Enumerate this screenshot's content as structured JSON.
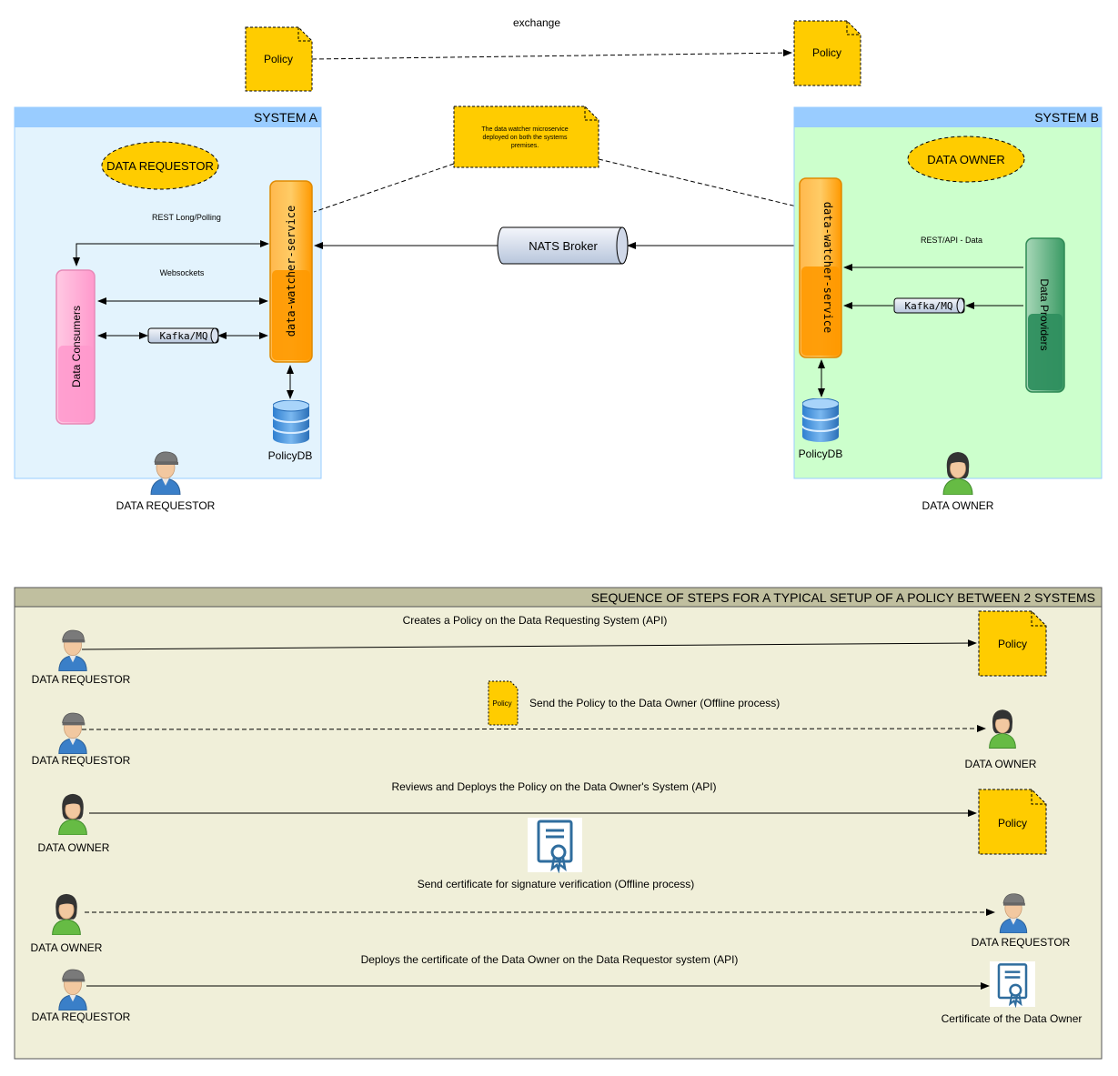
{
  "top": {
    "exchange_label": "exchange",
    "policy_left": "Policy",
    "policy_right": "Policy",
    "note_text_1": "The data watcher microservice",
    "note_text_2": "deployed on both the systems",
    "note_text_3": "premises."
  },
  "system_a": {
    "title": "SYSTEM A",
    "role": "DATA REQUESTOR",
    "rest_label": "REST Long/Polling",
    "websockets_label": "Websockets",
    "service_label": "data-watcher-service",
    "consumers_label": "Data Consumers",
    "kafka_label": "Kafka/MQ",
    "db_label": "PolicyDB",
    "actor_label": "DATA REQUESTOR"
  },
  "broker": {
    "label": "NATS Broker"
  },
  "system_b": {
    "title": "SYSTEM B",
    "role": "DATA OWNER",
    "rest_label": "REST/API - Data",
    "service_label": "data-watcher-service",
    "providers_label": "Data Providers",
    "kafka_label": "Kafka/MQ",
    "db_label": "PolicyDB",
    "actor_label": "DATA OWNER"
  },
  "sequence": {
    "title": "SEQUENCE OF STEPS FOR A TYPICAL SETUP OF A POLICY BETWEEN 2 SYSTEMS",
    "steps": [
      {
        "from": "DATA REQUESTOR",
        "label": "Creates a Policy on the Data Requesting System (API)",
        "target": "Policy",
        "style": "solid"
      },
      {
        "from": "DATA REQUESTOR",
        "label": "Send the Policy to the Data Owner (Offline process)",
        "inline_doc": "Policy",
        "target": "DATA OWNER",
        "style": "dashed"
      },
      {
        "from": "DATA OWNER",
        "label": "Reviews and Deploys the Policy on the Data Owner's System (API)",
        "target": "Policy",
        "style": "solid"
      },
      {
        "from": "DATA OWNER",
        "label": "Send certificate for signature verification (Offline process)",
        "target": "DATA REQUESTOR",
        "style": "dashed"
      },
      {
        "from": "DATA REQUESTOR",
        "label": "Deploys the certificate of the Data Owner on the Data Requestor system (API)",
        "target": "Certificate of the Data Owner",
        "style": "solid"
      }
    ]
  },
  "colors": {
    "system_a_bg": "#e3f3fd",
    "system_b_bg": "#ccffcc",
    "header_blue": "#99ccff",
    "policy_yellow": "#ffcc00",
    "service_orange": "#ff9900",
    "sequence_bg": "#f0efd9",
    "sequence_header": "#c0bf9f"
  }
}
